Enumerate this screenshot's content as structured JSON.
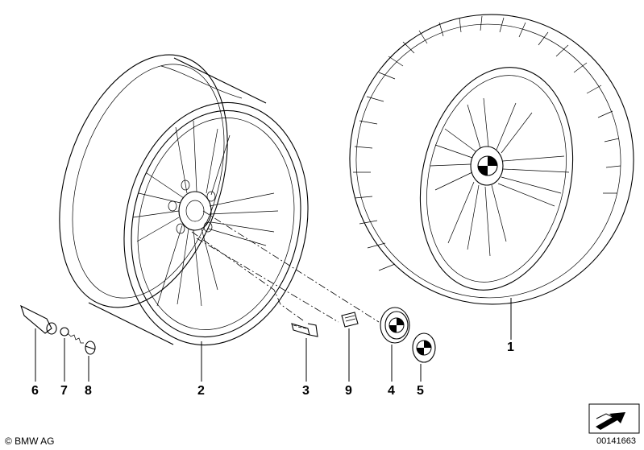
{
  "callouts": [
    {
      "id": "1",
      "label": "1"
    },
    {
      "id": "2",
      "label": "2"
    },
    {
      "id": "3",
      "label": "3"
    },
    {
      "id": "4",
      "label": "4"
    },
    {
      "id": "5",
      "label": "5"
    },
    {
      "id": "6",
      "label": "6"
    },
    {
      "id": "7",
      "label": "7"
    },
    {
      "id": "8",
      "label": "8"
    },
    {
      "id": "9",
      "label": "9"
    }
  ],
  "footer": {
    "copyright": "© BMW AG",
    "diagram_number": "00141663"
  },
  "icons": {
    "brand": "bmw-roundel-icon",
    "navigation": "arrow-icon"
  }
}
